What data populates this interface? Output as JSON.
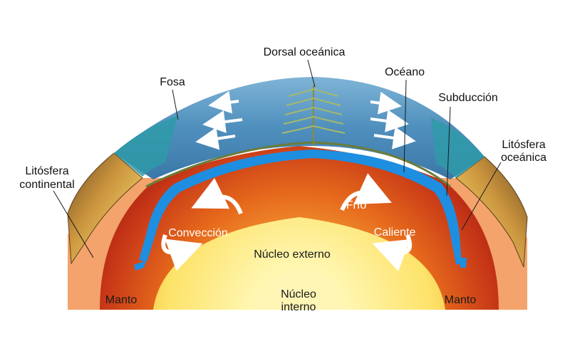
{
  "labels": {
    "ridge": "Dorsal oceánica",
    "trench": "Fosa",
    "ocean": "Océano",
    "subduction": "Subducción",
    "continental_lithosphere_line1": "Litósfera",
    "continental_lithosphere_line2": "continental",
    "oceanic_lithosphere_line1": "Litósfera",
    "oceanic_lithosphere_line2": "oceánica",
    "convection": "Convección",
    "cold": "Frío",
    "hot": "Caliente",
    "outer_core": "Núcleo externo",
    "inner_core_line1": "Núcleo",
    "inner_core_line2": "interno",
    "mantle_left": "Manto",
    "mantle_right": "Manto"
  },
  "colors": {
    "ocean_surface": "#4a86b4",
    "ocean_water": "#2f9fd8",
    "crust_rock": "#c9933d",
    "upper_mantle": "#b62a14",
    "mantle": "#e0641c",
    "outer_mantle_band": "#f3a36b",
    "outer_core": "#fde877",
    "inner_core": "#fff3a8",
    "arrow": "#ffffff"
  }
}
